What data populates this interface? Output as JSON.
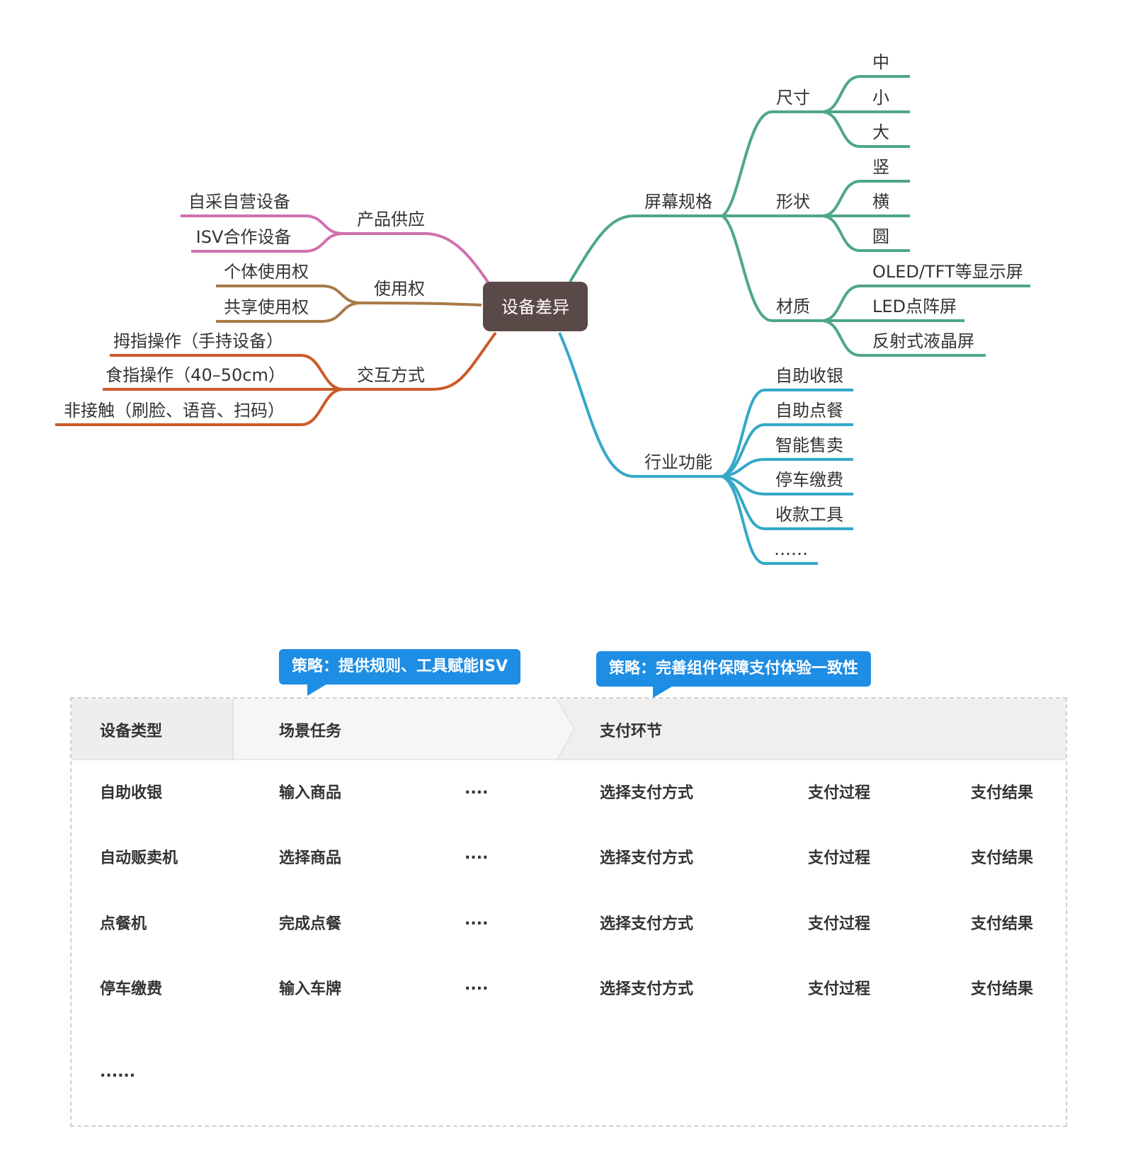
{
  "mindmap": {
    "root": "设备差异",
    "colors": {
      "product": "#d070b0",
      "usage": "#a87a48",
      "interaction": "#cc5a2a",
      "screen": "#4ea68c",
      "industry": "#35a8c8",
      "root_bg": "#5a4a47"
    },
    "branches": {
      "product": {
        "label": "产品供应",
        "children": [
          "自采自营设备",
          "ISV合作设备"
        ]
      },
      "usage": {
        "label": "使用权",
        "children": [
          "个体使用权",
          "共享使用权"
        ]
      },
      "interaction": {
        "label": "交互方式",
        "children": [
          "拇指操作（手持设备）",
          "食指操作（40–50cm）",
          "非接触（刷脸、语音、扫码）"
        ]
      },
      "screen": {
        "label": "屏幕规格",
        "size": {
          "label": "尺寸",
          "children": [
            "中",
            "小",
            "大"
          ]
        },
        "shape": {
          "label": "形状",
          "children": [
            "竖",
            "横",
            "圆"
          ]
        },
        "material": {
          "label": "材质",
          "children": [
            "OLED/TFT等显示屏",
            "LED点阵屏",
            "反射式液晶屏"
          ]
        }
      },
      "industry": {
        "label": "行业功能",
        "children": [
          "自助收银",
          "自助点餐",
          "智能售卖",
          "停车缴费",
          "收款工具",
          "……"
        ]
      }
    }
  },
  "callouts": [
    "策略：提供规则、工具赋能ISV",
    "策略：完善组件保障支付体验一致性"
  ],
  "table": {
    "headers": [
      "设备类型",
      "场景任务",
      "支付环节"
    ],
    "rows": [
      [
        "自助收银",
        "输入商品",
        "....",
        "选择支付方式",
        "支付过程",
        "支付结果"
      ],
      [
        "自动贩卖机",
        "选择商品",
        "....",
        "选择支付方式",
        "支付过程",
        "支付结果"
      ],
      [
        "点餐机",
        "完成点餐",
        "....",
        "选择支付方式",
        "支付过程",
        "支付结果"
      ],
      [
        "停车缴费",
        "输入车牌",
        "....",
        "选择支付方式",
        "支付过程",
        "支付结果"
      ]
    ],
    "more": "......"
  }
}
